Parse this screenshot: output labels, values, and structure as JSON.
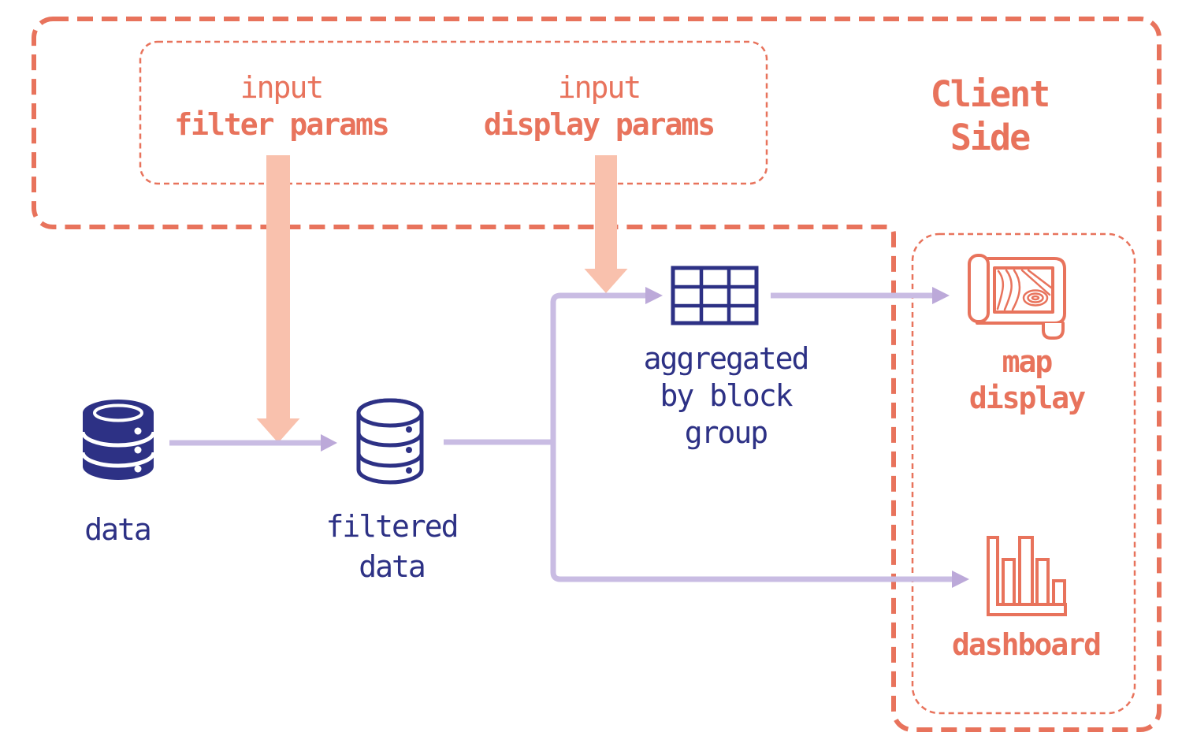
{
  "colors": {
    "coral": "#E8735C",
    "salmon_arrow": "#F9C1AD",
    "navy": "#2D3185",
    "lavender": "#C9BCE3",
    "lavender_head": "#BCA9D9",
    "background": "#FFFFFF"
  },
  "client_side": {
    "label": "Client\nSide"
  },
  "params_box": {
    "filter": {
      "prefix": "input",
      "label": "filter params"
    },
    "display": {
      "prefix": "input",
      "label": "display params"
    }
  },
  "nodes": {
    "data": {
      "label": "data",
      "icon": "database-icon"
    },
    "filtered_data": {
      "label": "filtered\ndata",
      "icon": "database-outline-icon"
    },
    "aggregated": {
      "label": "aggregated\nby block\ngroup",
      "icon": "table-grid-icon"
    },
    "map_display": {
      "label": "map\ndisplay",
      "icon": "map-icon"
    },
    "dashboard": {
      "label": "dashboard",
      "icon": "bar-chart-icon"
    }
  }
}
